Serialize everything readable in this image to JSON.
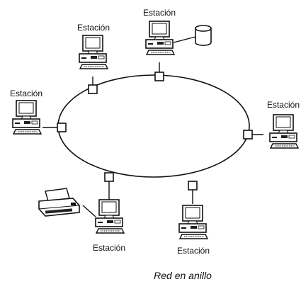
{
  "diagram": {
    "caption": "Red en anillo",
    "stations": [
      {
        "label": "Estación"
      },
      {
        "label": "Estación"
      },
      {
        "label": "Estación"
      },
      {
        "label": "Estación"
      },
      {
        "label": "Estación"
      },
      {
        "label": "Estación"
      }
    ],
    "peripherals": [
      {
        "icon": "disk-storage-icon"
      },
      {
        "icon": "printer-icon"
      }
    ]
  }
}
